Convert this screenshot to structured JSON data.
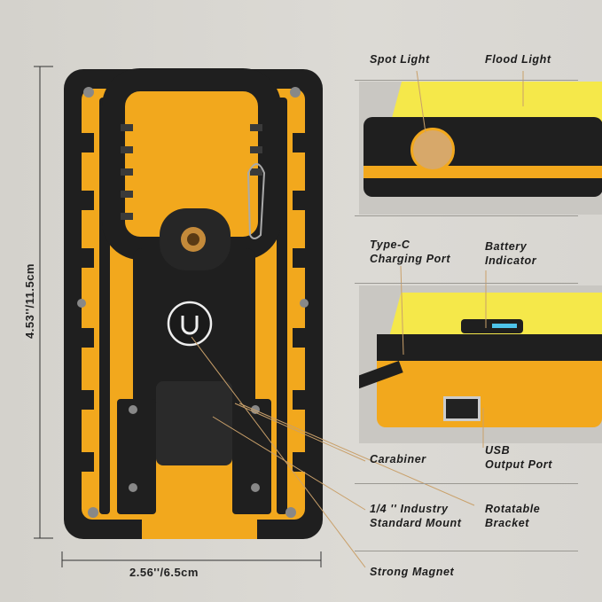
{
  "dimensions": {
    "height": "4.53''/11.5cm",
    "width": "2.56''/6.5cm"
  },
  "labels": {
    "spot_light": "Spot Light",
    "flood_light": "Flood Light",
    "type_c_1": "Type-C",
    "type_c_2": "Charging Port",
    "battery_1": "Battery",
    "battery_2": "Indicator",
    "carabiner": "Carabiner",
    "usb_1": "USB",
    "usb_2": "Output Port",
    "mount_1": "1/4 '' Industry",
    "mount_2": "Standard Mount",
    "bracket_1": "Rotatable",
    "bracket_2": "Bracket",
    "magnet": "Strong Magnet"
  },
  "colors": {
    "body_yellow": "#f2a81d",
    "frame_black": "#1f1f1f",
    "flood_yellow": "#f5e84a",
    "leader": "#c9a06a"
  }
}
